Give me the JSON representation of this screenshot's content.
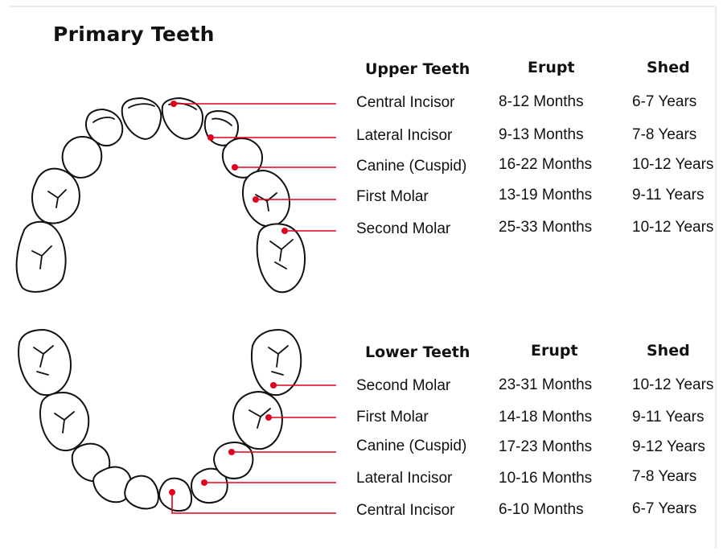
{
  "title": "Primary Teeth",
  "upper": {
    "headers": {
      "group": "Upper Teeth",
      "erupt": "Erupt",
      "shed": "Shed"
    },
    "rows": [
      {
        "tooth": "Central Incisor",
        "erupt": "8-12 Months",
        "shed": "6-7 Years"
      },
      {
        "tooth": "Lateral Incisor",
        "erupt": "9-13 Months",
        "shed": "7-8 Years"
      },
      {
        "tooth": "Canine (Cuspid)",
        "erupt": "16-22 Months",
        "shed": "10-12 Years"
      },
      {
        "tooth": "First Molar",
        "erupt": "13-19 Months",
        "shed": "9-11 Years"
      },
      {
        "tooth": "Second Molar",
        "erupt": "25-33 Months",
        "shed": "10-12 Years"
      }
    ]
  },
  "lower": {
    "headers": {
      "group": "Lower Teeth",
      "erupt": "Erupt",
      "shed": "Shed"
    },
    "rows": [
      {
        "tooth": "Second Molar",
        "erupt": "23-31 Months",
        "shed": "10-12 Years"
      },
      {
        "tooth": "First Molar",
        "erupt": "14-18 Months",
        "shed": "9-11 Years"
      },
      {
        "tooth": "Canine (Cuspid)",
        "erupt": "17-23 Months",
        "shed": "9-12 Years"
      },
      {
        "tooth": "Lateral Incisor",
        "erupt": "10-16 Months",
        "shed": "7-8 Years"
      },
      {
        "tooth": "Central Incisor",
        "erupt": "6-10 Months",
        "shed": "6-7 Years"
      }
    ]
  },
  "colors": {
    "leader": "#e0001b",
    "outline": "#111111"
  }
}
